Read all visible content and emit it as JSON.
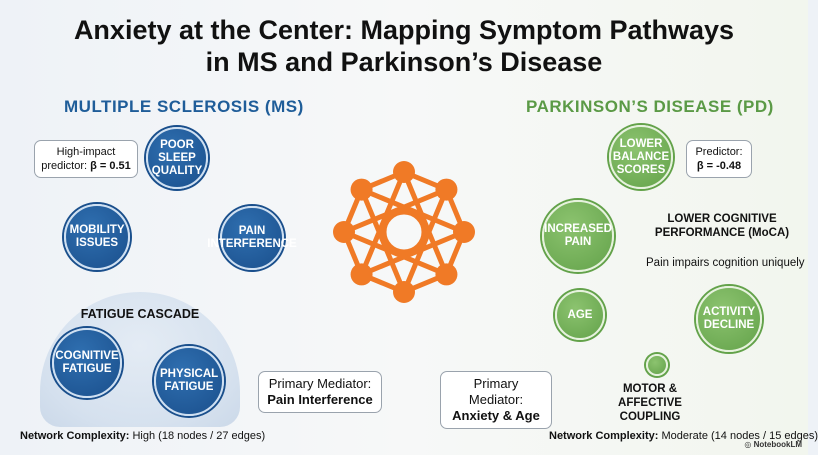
{
  "title": {
    "line1": "Anxiety at the Center: Mapping Symptom Pathways",
    "line2": "in MS and Parkinson’s Disease"
  },
  "ms": {
    "heading": "MULTIPLE SCLEROSIS (MS)",
    "nodes": {
      "poor_sleep": "POOR SLEEP QUALITY",
      "mobility": "MOBILITY ISSUES",
      "pain": "PAIN INTERFERENCE",
      "cognitive_fatigue": "COGNITIVE FATIGUE",
      "physical_fatigue": "PHYSICAL FATIGUE"
    },
    "callout": {
      "text": "High-impact predictor: ",
      "value": "β = 0.51"
    },
    "fatigue_cascade": "FATIGUE CASCADE",
    "mediator": {
      "label": "Primary Mediator:",
      "value": "Pain Interference"
    },
    "footer": {
      "label": "Network Complexity:",
      "value": "High (18 nodes / 27 edges)"
    }
  },
  "pd": {
    "heading": "PARKINSON’S DISEASE (PD)",
    "nodes": {
      "balance": "LOWER BALANCE SCORES",
      "pain": "INCREASED PAIN",
      "age": "AGE",
      "activity": "ACTIVITY DECLINE"
    },
    "callout": {
      "text": "Predictor:",
      "value": "β = -0.48"
    },
    "cognitive": {
      "title": "LOWER COGNITIVE PERFORMANCE (MoCA)",
      "note": "Pain impairs cognition uniquely"
    },
    "motor": "MOTOR & AFFECTIVE COUPLING",
    "mediator": {
      "label": "Primary Mediator:",
      "value": "Anxiety & Age"
    },
    "footer": {
      "label": "Network Complexity:",
      "value": "Moderate (14 nodes / 15 edges)"
    }
  },
  "brand": "NotebookLM",
  "colors": {
    "ms_blue": "#1a4f8c",
    "pd_green": "#63a24a",
    "network_orange": "#f07a26"
  }
}
